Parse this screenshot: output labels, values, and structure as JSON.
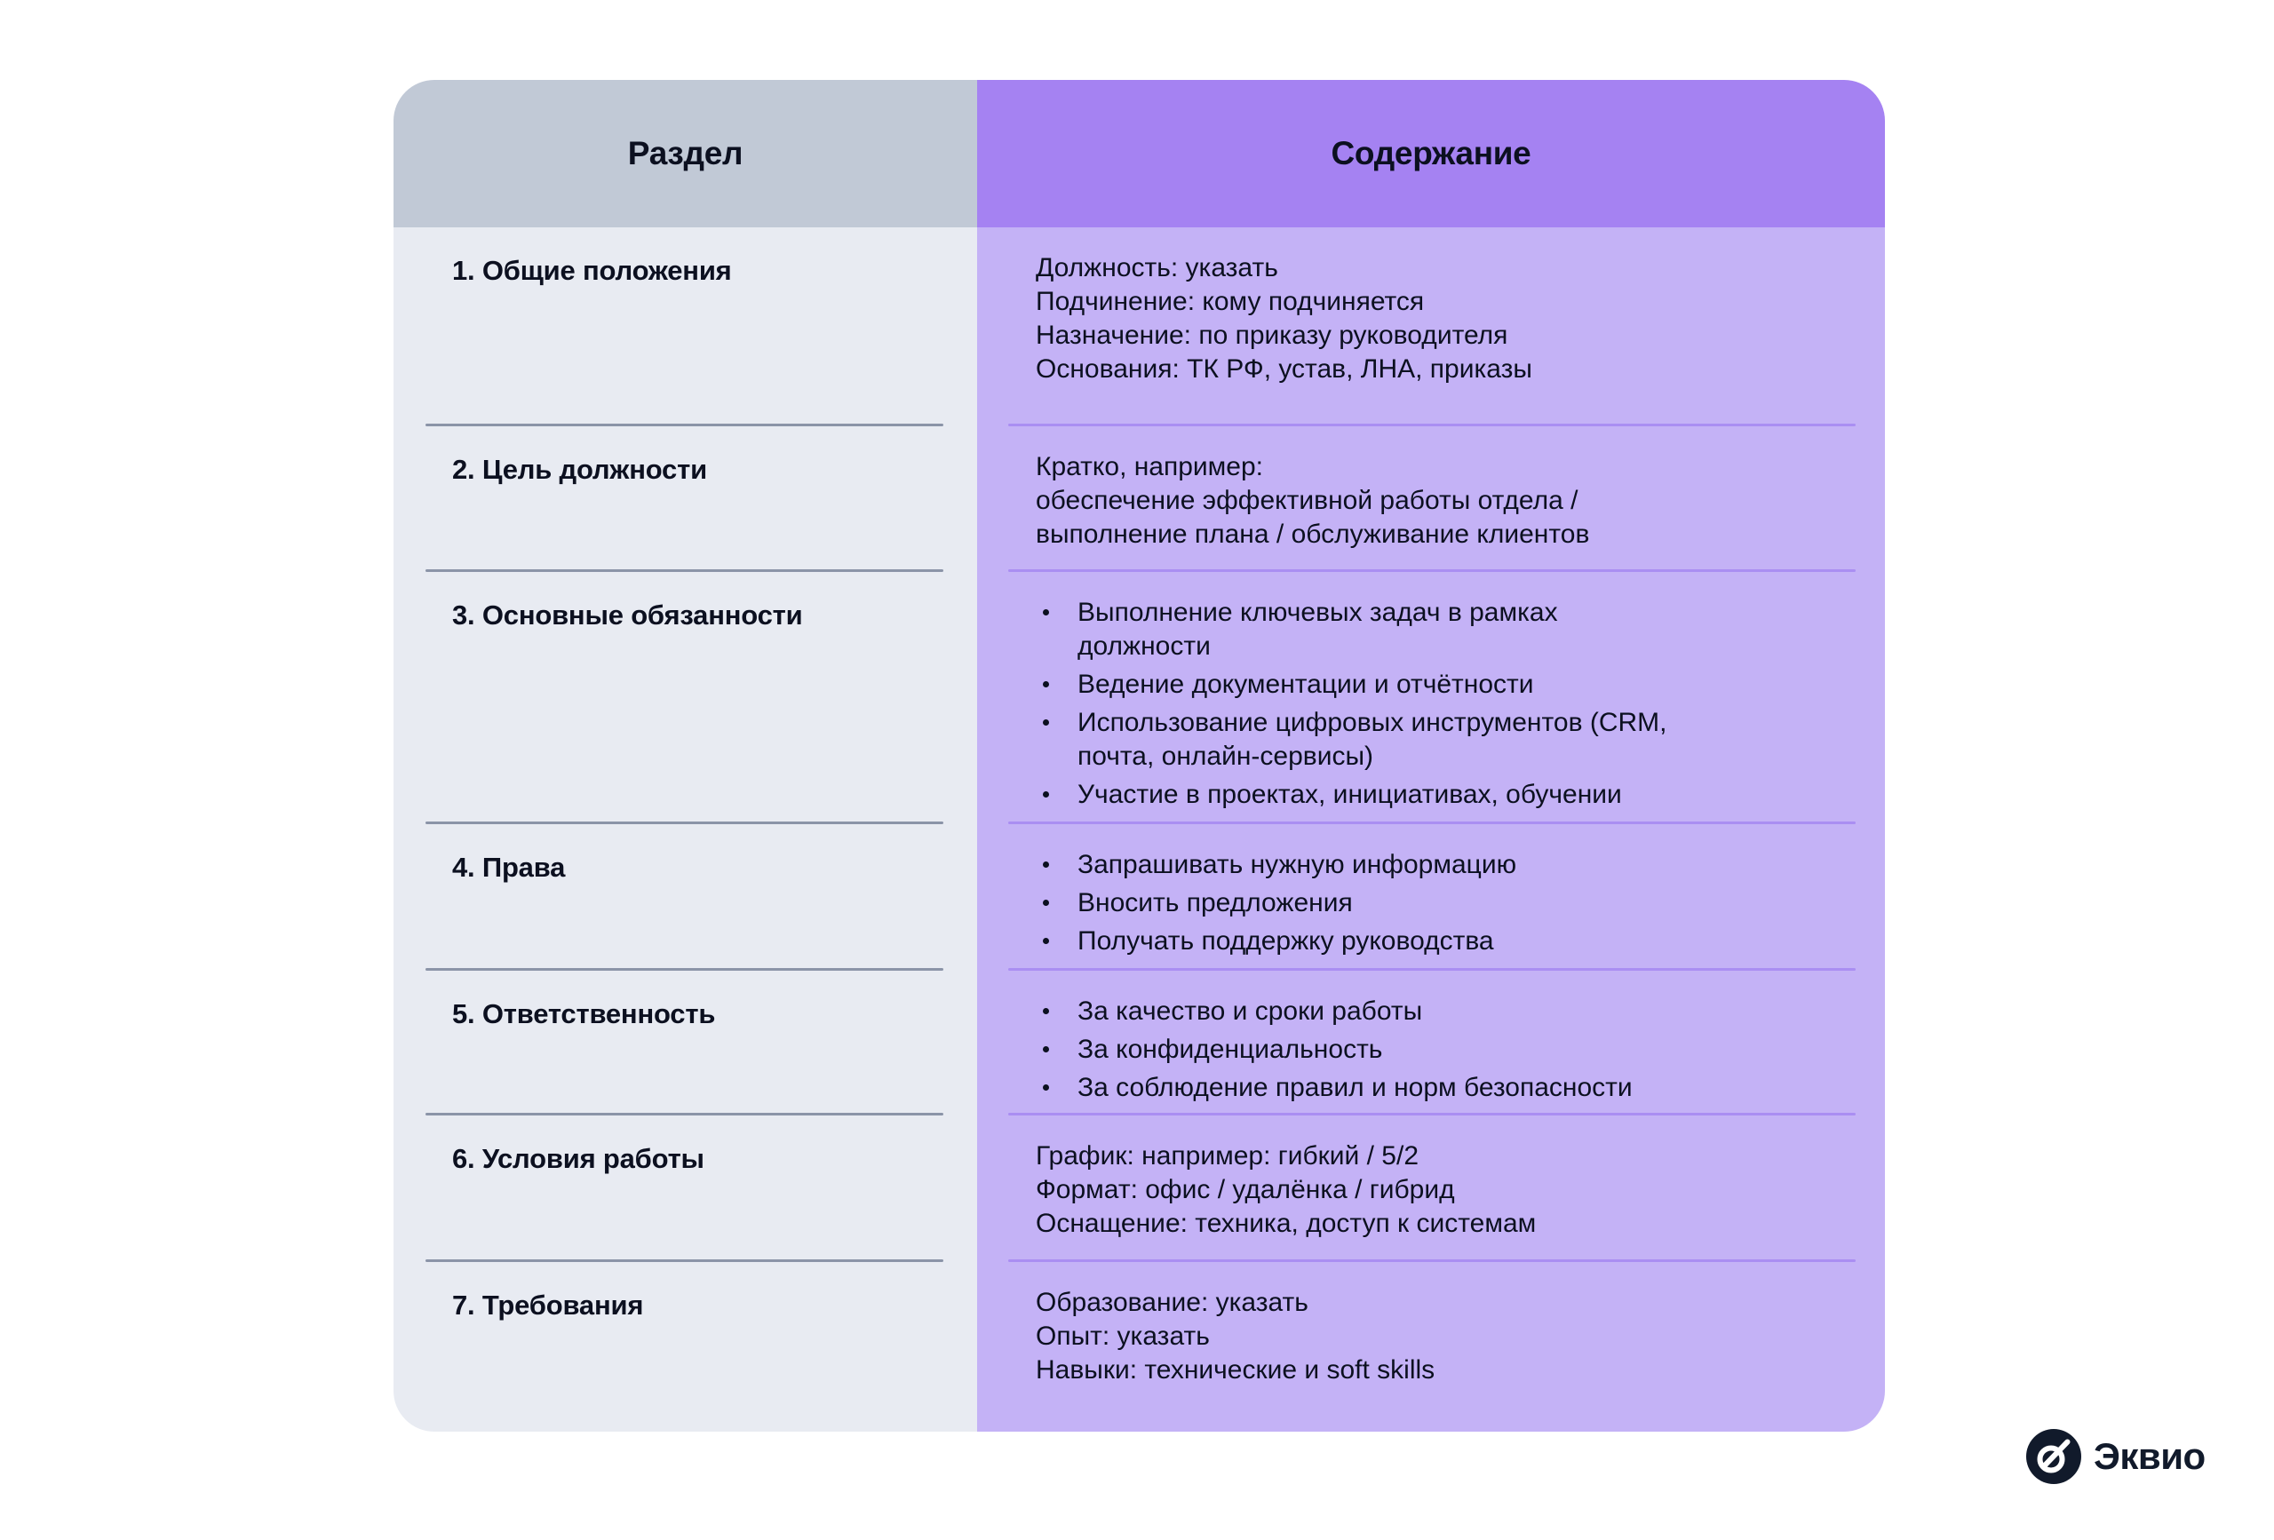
{
  "table": {
    "header": {
      "section": "Раздел",
      "content": "Содержание"
    },
    "rows": [
      {
        "section": "1. Общие положения",
        "lines": [
          "Должность: указать",
          "Подчинение: кому подчиняется",
          "Назначение: по приказу руководителя",
          "Основания: ТК РФ, устав, ЛНА, приказы"
        ]
      },
      {
        "section": "2. Цель должности",
        "lines": [
          "Кратко, например:",
          "обеспечение эффективной работы отдела /",
          "выполнение плана / обслуживание клиентов"
        ]
      },
      {
        "section": "3. Основные обязанности",
        "bullets": [
          "Выполнение ключевых задач в рамках\nдолжности",
          "Ведение документации и отчётности",
          "Использование цифровых инструментов (CRM,\nпочта, онлайн-сервисы)",
          "Участие в проектах, инициативах, обучении"
        ]
      },
      {
        "section": "4. Права",
        "bullets": [
          "Запрашивать нужную информацию",
          "Вносить предложения",
          "Получать поддержку руководства"
        ]
      },
      {
        "section": "5. Ответственность",
        "bullets": [
          "За качество и сроки работы",
          "За конфиденциальность",
          "За соблюдение правил и норм безопасности"
        ]
      },
      {
        "section": "6. Условия работы",
        "lines": [
          "График: например: гибкий / 5/2",
          "Формат: офис / удалёнка / гибрид",
          "Оснащение: техника, доступ к системам"
        ]
      },
      {
        "section": "7. Требования",
        "lines": [
          "Образование: указать",
          "Опыт: указать",
          "Навыки: технические и soft skills"
        ]
      }
    ]
  },
  "logo": {
    "text": "Эквио"
  },
  "colors": {
    "page_bg": "#ffffff",
    "header_left_bg": "#c1c9d6",
    "header_right_bg": "#a582f2",
    "body_left_bg": "#e8ebf2",
    "body_right_bg": "#c4b2f6",
    "divider_left": "#8b94a8",
    "divider_right": "#aa8ef2",
    "text": "#0c1020",
    "logo": "#111a2b"
  }
}
